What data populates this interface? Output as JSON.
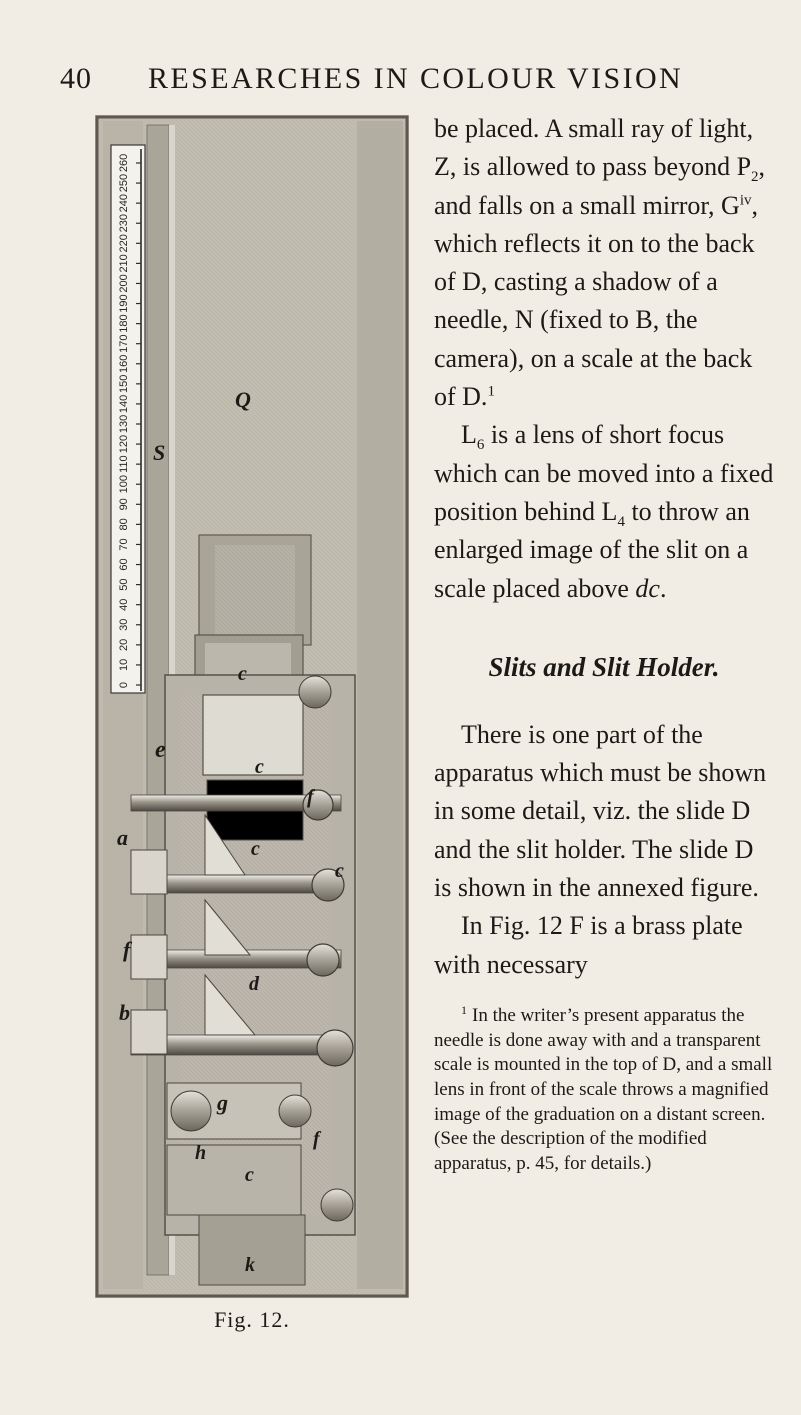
{
  "header": {
    "page_number": "40",
    "running_title": "RESEARCHES IN COLOUR VISION"
  },
  "figure": {
    "caption": "Fig. 12.",
    "scale_numbers": [
      "0",
      "10",
      "20",
      "30",
      "40",
      "50",
      "60",
      "70",
      "80",
      "90",
      "100",
      "110",
      "120",
      "130",
      "140",
      "150",
      "160",
      "170",
      "180",
      "190",
      "200",
      "210",
      "220",
      "230",
      "240",
      "250",
      "260"
    ],
    "letters": {
      "q": "Q",
      "s": "S",
      "e": "e",
      "c_top": "c",
      "c_mid": "c",
      "c_low": "c",
      "c_bottom": "c",
      "c_right": "c",
      "a": "a",
      "b": "b",
      "f_left": "f",
      "f_right": "f",
      "f_lower": "f",
      "g": "g",
      "h": "h",
      "d": "d",
      "k": "k"
    }
  },
  "text": {
    "p1": {
      "a": "be placed. A small ray of light, Z, is allowed to pass beyond P",
      "a_sub": "2",
      "b": ", and falls on a small mirror, G",
      "b_sup": "iv",
      "c": ", which reflects it on to the back of D, casting a shadow of a needle, N (fixed to B, the camera), on a scale at the back of D.",
      "fn_ref": "1"
    },
    "p2": {
      "a": "L",
      "a_sub": "6",
      "b": " is a lens of short focus which can be moved into a fixed position behind L",
      "b_sub": "4",
      "c": " to throw an enlarged image of the slit on a scale placed above ",
      "c_italic": "dc",
      "d": "."
    },
    "section_heading": "Slits and Slit Holder.",
    "p3": "There is one part of the apparatus which must be shown in some detail, viz. the slide D and the slit holder. The slide D is shown in the annexed figure.",
    "p4": "In Fig. 12 F is a brass plate with necessary"
  },
  "footnote": {
    "mark": "1",
    "text": "In the writer’s present apparatus the needle is done away with and a transparent scale is mounted in the top of D, and a small lens in front of the scale throws a magnified image of the graduation on a distant screen. (See the description of the modified apparatus, p. 45, for details.)"
  }
}
